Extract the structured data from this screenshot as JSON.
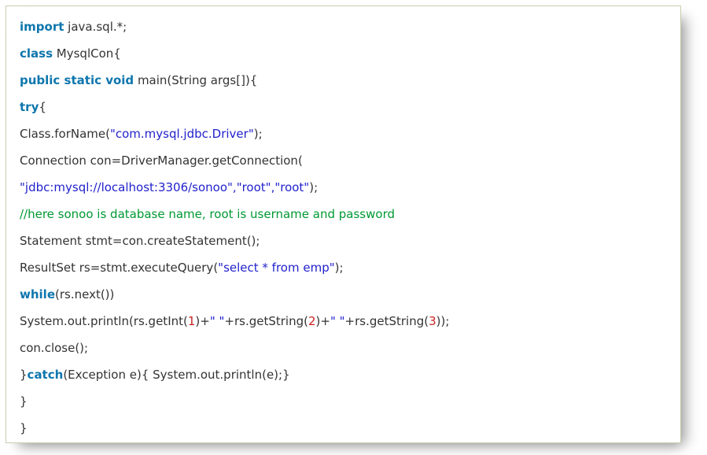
{
  "colors": {
    "keyword": "#0e76ad",
    "string": "#2222cc",
    "comment": "#009933",
    "number": "#cc2222",
    "plain": "#333333",
    "border": "#cdcdb2",
    "background": "#ffffff"
  },
  "code": {
    "language": "java",
    "lines": [
      {
        "segments": [
          {
            "type": "keyword",
            "text": "import"
          },
          {
            "type": "plain",
            "text": " java.sql.*;"
          }
        ]
      },
      {
        "segments": [
          {
            "type": "keyword",
            "text": "class"
          },
          {
            "type": "plain",
            "text": " MysqlCon{"
          }
        ]
      },
      {
        "segments": [
          {
            "type": "keyword",
            "text": "public static void"
          },
          {
            "type": "plain",
            "text": " main(String args[]){"
          }
        ]
      },
      {
        "segments": [
          {
            "type": "keyword",
            "text": "try"
          },
          {
            "type": "plain",
            "text": "{"
          }
        ]
      },
      {
        "segments": [
          {
            "type": "plain",
            "text": "Class.forName("
          },
          {
            "type": "string",
            "text": "\"com.mysql.jdbc.Driver\""
          },
          {
            "type": "plain",
            "text": ");"
          }
        ]
      },
      {
        "segments": [
          {
            "type": "plain",
            "text": "Connection con=DriverManager.getConnection("
          }
        ]
      },
      {
        "segments": [
          {
            "type": "string",
            "text": "\"jdbc:mysql://localhost:3306/sonoo\",\"root\",\"root\""
          },
          {
            "type": "plain",
            "text": ");"
          }
        ]
      },
      {
        "segments": [
          {
            "type": "comment",
            "text": "//here sonoo is database name, root is username and password"
          }
        ]
      },
      {
        "segments": [
          {
            "type": "plain",
            "text": "Statement stmt=con.createStatement();"
          }
        ]
      },
      {
        "segments": [
          {
            "type": "plain",
            "text": "ResultSet rs=stmt.executeQuery("
          },
          {
            "type": "string",
            "text": "\"select * from emp\""
          },
          {
            "type": "plain",
            "text": ");"
          }
        ]
      },
      {
        "segments": [
          {
            "type": "keyword",
            "text": "while"
          },
          {
            "type": "plain",
            "text": "(rs.next())"
          }
        ]
      },
      {
        "segments": [
          {
            "type": "plain",
            "text": "System.out.println(rs.getInt("
          },
          {
            "type": "number",
            "text": "1"
          },
          {
            "type": "plain",
            "text": ")+"
          },
          {
            "type": "string",
            "text": "\" \""
          },
          {
            "type": "plain",
            "text": "+rs.getString("
          },
          {
            "type": "number",
            "text": "2"
          },
          {
            "type": "plain",
            "text": ")+"
          },
          {
            "type": "string",
            "text": "\" \""
          },
          {
            "type": "plain",
            "text": "+rs.getString("
          },
          {
            "type": "number",
            "text": "3"
          },
          {
            "type": "plain",
            "text": "));"
          }
        ]
      },
      {
        "segments": [
          {
            "type": "plain",
            "text": "con.close();"
          }
        ]
      },
      {
        "segments": [
          {
            "type": "plain",
            "text": "}"
          },
          {
            "type": "keyword",
            "text": "catch"
          },
          {
            "type": "plain",
            "text": "(Exception e){ System.out.println(e);}"
          }
        ]
      },
      {
        "segments": [
          {
            "type": "plain",
            "text": "}"
          }
        ]
      },
      {
        "segments": [
          {
            "type": "plain",
            "text": "}"
          }
        ]
      }
    ]
  }
}
